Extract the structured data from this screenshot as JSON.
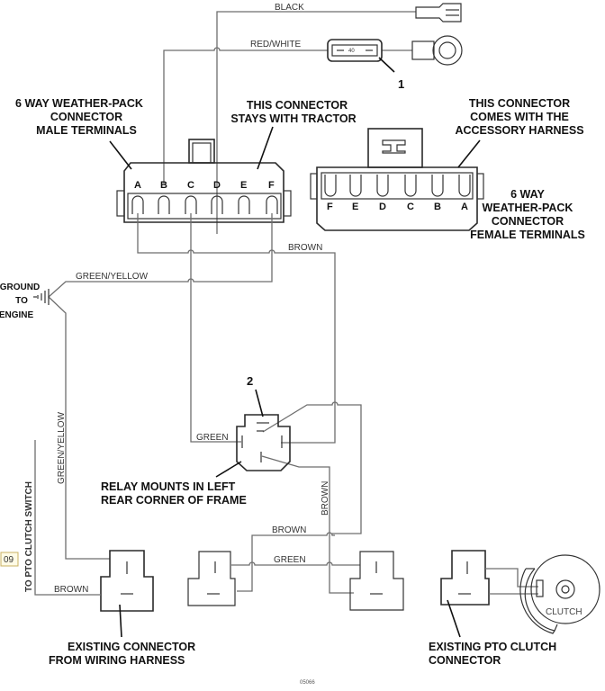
{
  "wire_labels": {
    "black": "BLACK",
    "red_white": "RED/WHITE",
    "brown_top": "BROWN",
    "green_yellow_h": "GREEN/YELLOW",
    "green_yellow_v": "GREEN/YELLOW",
    "green_relay": "GREEN",
    "brown_vertical": "BROWN",
    "brown_bottom": "BROWN",
    "green_bottom": "GREEN",
    "brown_pto": "BROWN",
    "to_pto_switch": "TO PTO CLUTCH SWITCH"
  },
  "fuse": {
    "rating": "40"
  },
  "item_numbers": {
    "fuse": "1",
    "relay": "2"
  },
  "callouts": {
    "male_connector": [
      "6 WAY WEATHER-PACK",
      "CONNECTOR",
      "MALE TERMINALS"
    ],
    "stays_with_tractor": [
      "THIS CONNECTOR",
      "STAYS WITH TRACTOR"
    ],
    "comes_with_harness": [
      "THIS CONNECTOR",
      "COMES WITH THE",
      "ACCESSORY HARNESS"
    ],
    "female_connector": [
      "6 WAY",
      "WEATHER-PACK",
      "CONNECTOR",
      "FEMALE TERMINALS"
    ],
    "ground": [
      "GROUND",
      "TO",
      "ENGINE"
    ],
    "relay_mount": [
      "RELAY MOUNTS IN LEFT",
      "REAR CORNER OF FRAME"
    ],
    "existing_connector": [
      "EXISTING CONNECTOR",
      "FROM WIRING HARNESS"
    ],
    "existing_pto": [
      "EXISTING PTO CLUTCH",
      "CONNECTOR"
    ],
    "clutch": "CLUTCH"
  },
  "male_pins": [
    "A",
    "B",
    "C",
    "D",
    "E",
    "F"
  ],
  "female_pins": [
    "F",
    "E",
    "D",
    "C",
    "B",
    "A"
  ],
  "page_marker": "09",
  "figure_ref": "05066"
}
